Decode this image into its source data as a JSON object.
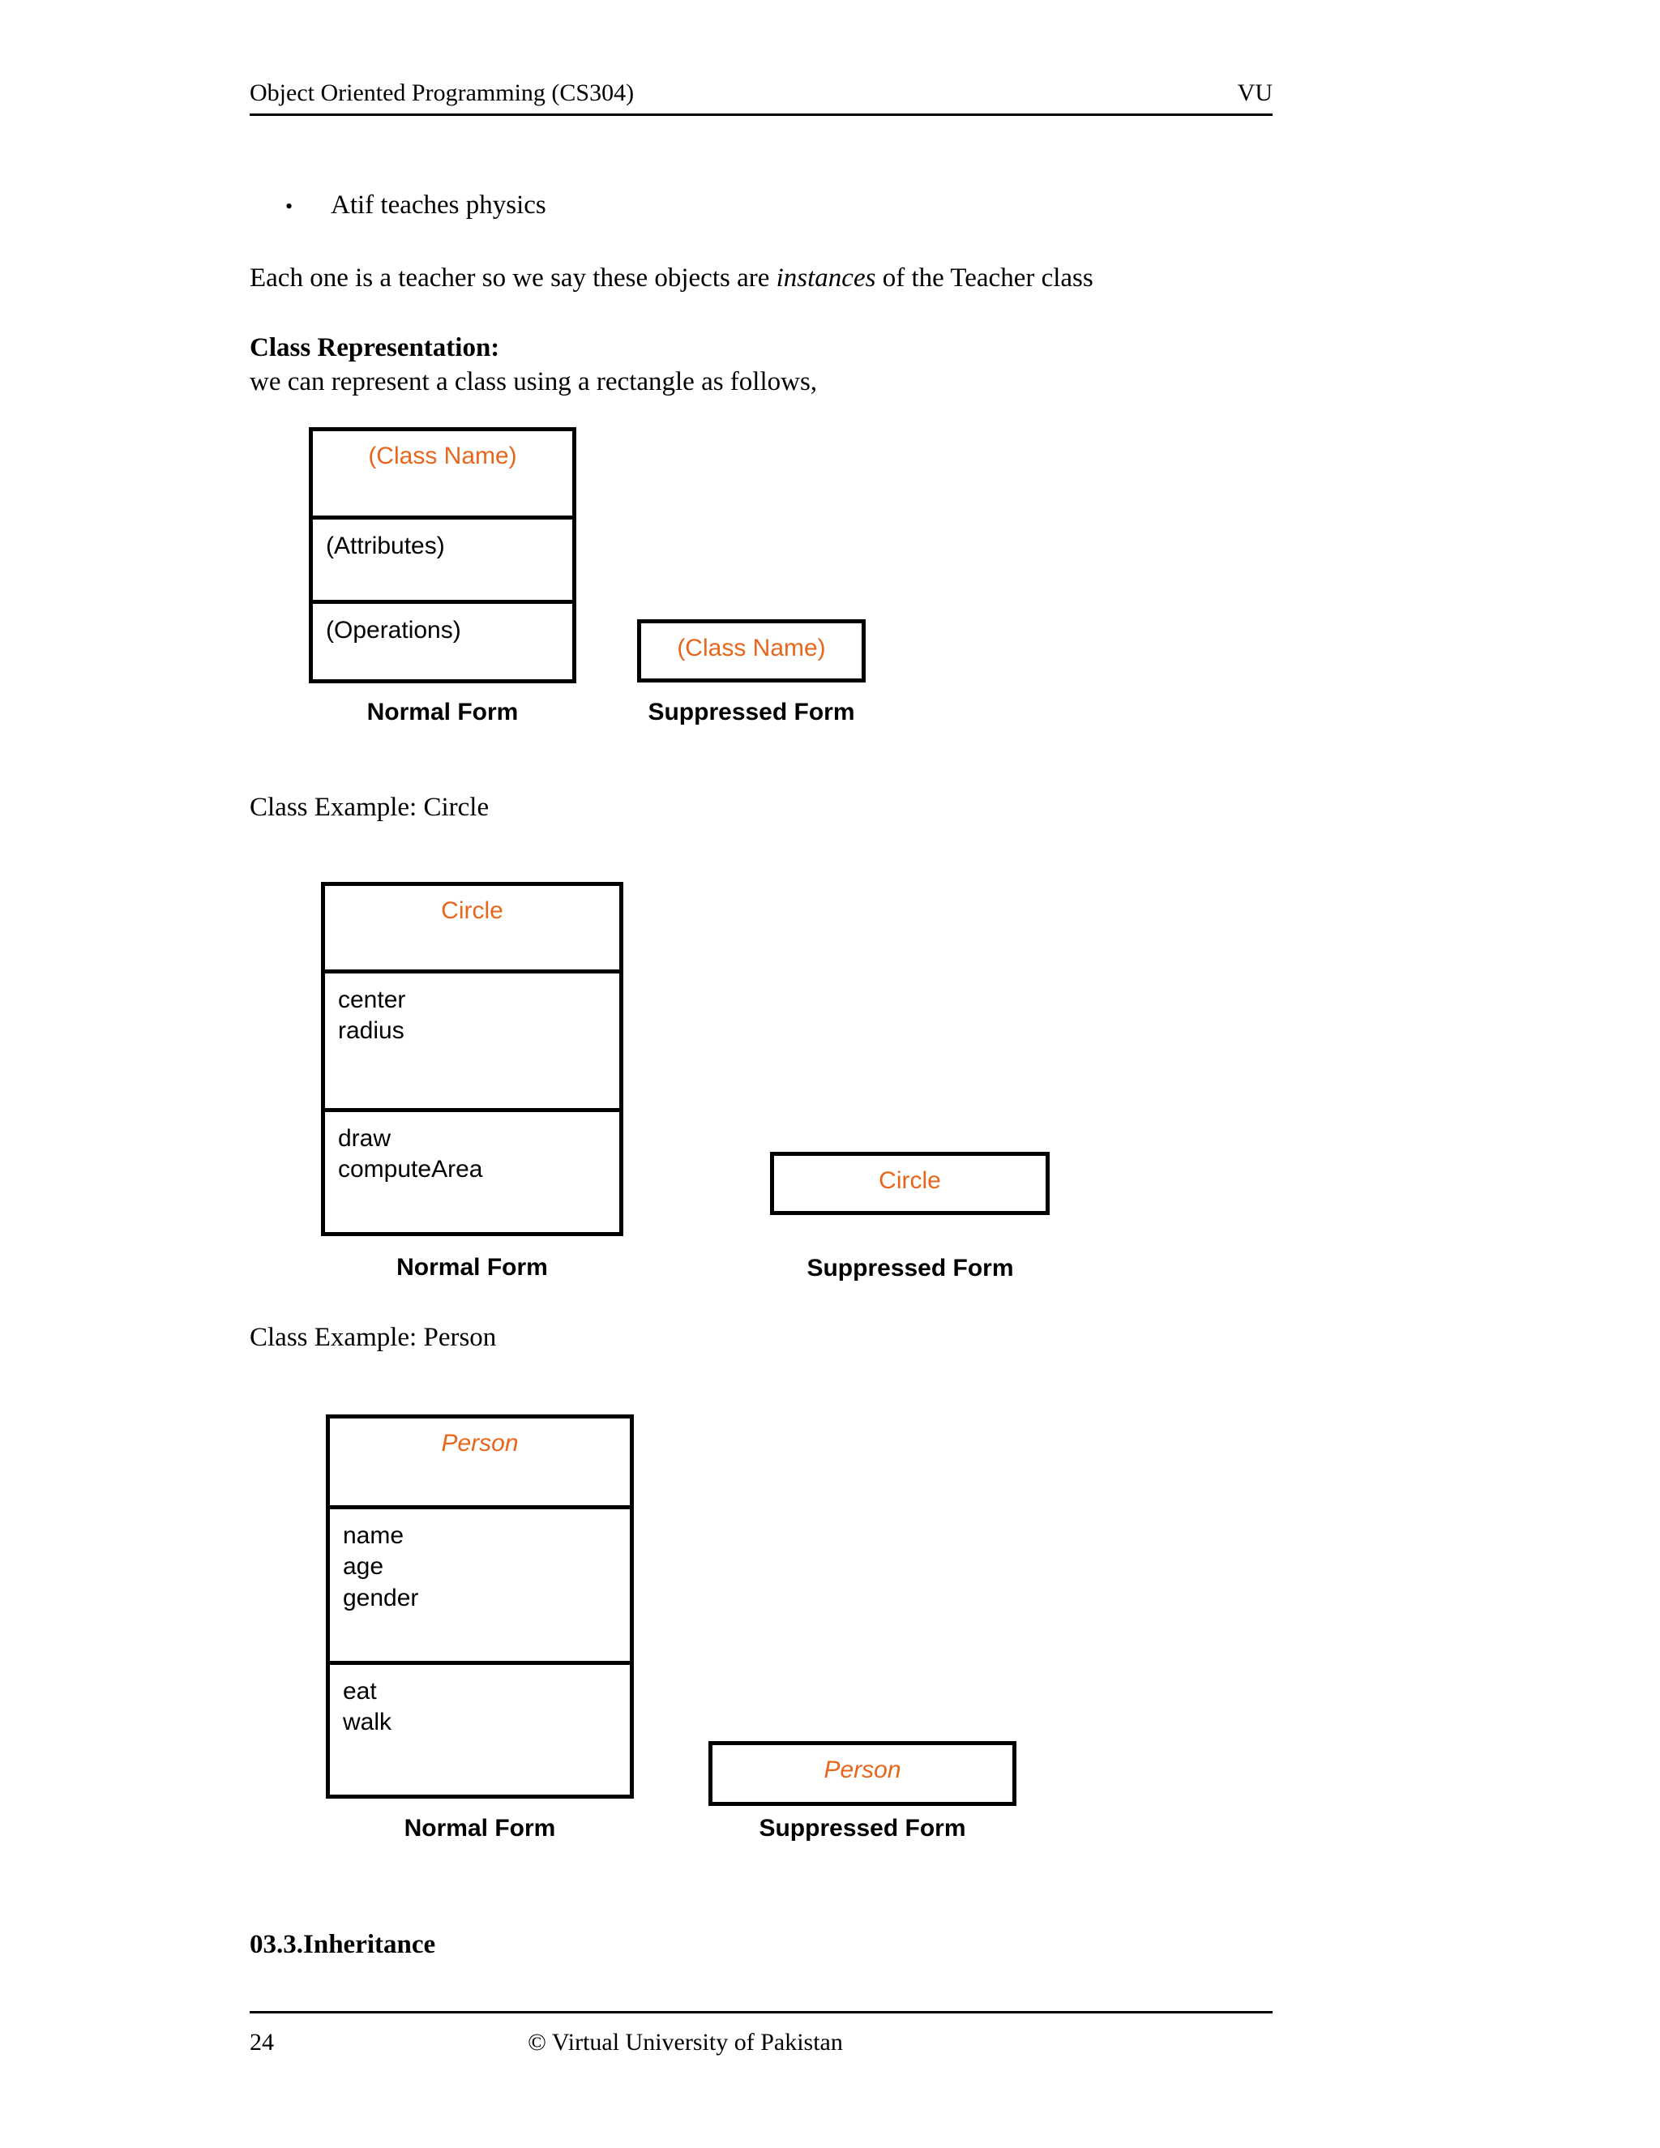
{
  "header": {
    "course": "Object Oriented Programming (CS304)",
    "institution": "VU"
  },
  "body": {
    "bullet_glyph": "•",
    "bullet_text": "Atif teaches physics",
    "paragraph_each_pre": "Each one is a teacher so we say these objects are ",
    "paragraph_each_italic": "instances",
    "paragraph_each_post": " of the Teacher class",
    "heading_class_representation": "Class Representation:",
    "paragraph_we_can_represent": "we can represent a class using a rectangle as follows,",
    "example_circle_caption": "Class Example: Circle",
    "example_person_caption": "Class Example: Person",
    "heading_inheritance": "03.3.Inheritance"
  },
  "labels": {
    "normal_form": "Normal Form",
    "suppressed_form": "Suppressed Form"
  },
  "colors": {
    "class_name_orange": "#e8661c",
    "border_black": "#000000",
    "text_black": "#000000"
  },
  "diagrams": [
    {
      "id": "generic-class",
      "normal": {
        "class_name": "(Class Name)",
        "attributes": [
          "(Attributes)"
        ],
        "operations": [
          "(Operations)"
        ],
        "class_name_italic": false
      },
      "suppressed": {
        "class_name": "(Class Name)",
        "class_name_italic": false
      }
    },
    {
      "id": "circle-class",
      "normal": {
        "class_name": "Circle",
        "attributes": [
          "center",
          "radius"
        ],
        "operations": [
          "draw",
          "computeArea"
        ],
        "class_name_italic": false
      },
      "suppressed": {
        "class_name": "Circle",
        "class_name_italic": false
      }
    },
    {
      "id": "person-class",
      "normal": {
        "class_name": "Person",
        "attributes": [
          "name",
          "age",
          "gender"
        ],
        "operations": [
          "eat",
          "walk"
        ],
        "class_name_italic": true
      },
      "suppressed": {
        "class_name": "Person",
        "class_name_italic": true
      }
    }
  ],
  "footer": {
    "page_number": "24",
    "copyright": "© Virtual University of Pakistan"
  }
}
